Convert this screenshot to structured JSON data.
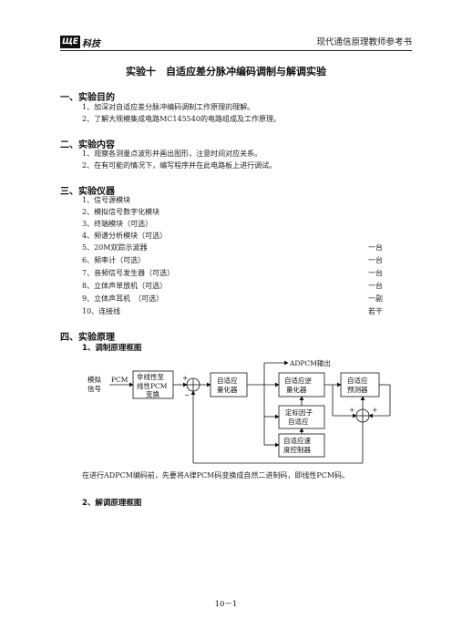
{
  "header": {
    "logo_mark": "ЩЕ",
    "logo_text": "科技",
    "right_title": "现代通信原理教师参考书"
  },
  "title": "实验十　自适应差分脉冲编码调制与解调实验",
  "sections": {
    "s1": {
      "heading": "一、实验目的",
      "items": [
        "1、加深对自适应差分脉冲编码调制工作原理的理解。",
        "2、了解大规模集成电路MC145540的电路组成及工作原理。"
      ]
    },
    "s2": {
      "heading": "二、实验内容",
      "items": [
        "1、观察各测量点波形并画出图形，注意时间对应关系。",
        "2、在有可能的情况下，编写程序并在此电路板上进行调试。"
      ]
    },
    "s3": {
      "heading": "三、实验仪器",
      "items": [
        {
          "label": "1、信号源模块",
          "qty": ""
        },
        {
          "label": "2、模拟信号数字化模块",
          "qty": ""
        },
        {
          "label": "3、终端模块（可选）",
          "qty": ""
        },
        {
          "label": "4、频谱分析模块（可选）",
          "qty": ""
        },
        {
          "label": "5、20M双踪示波器",
          "qty": "一台"
        },
        {
          "label": "6、频率计（可选）",
          "qty": "一台"
        },
        {
          "label": "7、音频信号发生器（可选）",
          "qty": "一台"
        },
        {
          "label": "8、立体声单放机（可选）",
          "qty": "一台"
        },
        {
          "label": "9、立体声耳机　（可选）",
          "qty": "一副"
        },
        {
          "label": "10、连接线",
          "qty": "若干"
        }
      ]
    },
    "s4": {
      "heading": "四、实验原理",
      "sub1": "1、调制原理框图",
      "sub2": "2、解调原理框图",
      "paragraph": "在进行ADPCM编码前，先要将A律PCM码变换成自然二进制码，即线性PCM码。"
    }
  },
  "diagram": {
    "input_label_1": "模拟",
    "input_label_2": "信号",
    "pcm_label": "PCM",
    "adpcm_out": "ADPCM输出",
    "box_nonlinear_1": "非线性至",
    "box_nonlinear_2": "线性PCM",
    "box_nonlinear_3": "变换",
    "box_quant_1": "自适应",
    "box_quant_2": "量化器",
    "box_invquant_1": "自适应逆",
    "box_invquant_2": "量化器",
    "box_pred_1": "自适应",
    "box_pred_2": "预测器",
    "box_scale_1": "定标因子",
    "box_scale_2": "自适应",
    "box_speed_1": "自适应速",
    "box_speed_2": "度控制器",
    "plus": "+",
    "minus": "−"
  },
  "footer": "10－1"
}
